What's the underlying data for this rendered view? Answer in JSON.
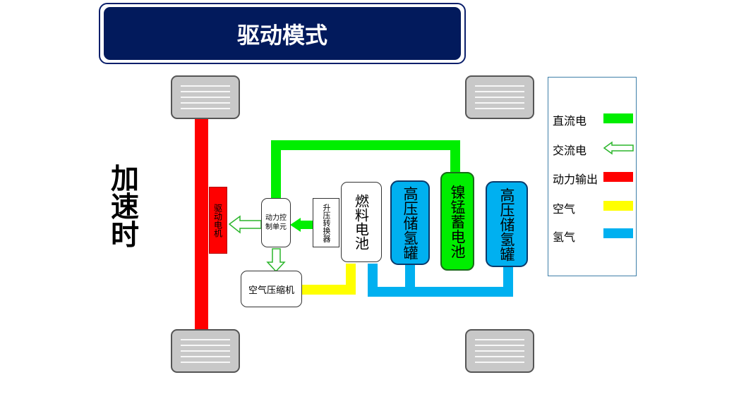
{
  "title": "驱动模式",
  "mode_label": "加速时",
  "components": {
    "drive_motor": "驱动电机",
    "power_control_unit": "动力控制单元",
    "boost_converter": "升压转换器",
    "fuel_cell": "燃料电池",
    "hydrogen_tank_left": "高压储氢罐",
    "nimh_battery": "镍锰蓄电池",
    "hydrogen_tank_right": "高压储氢罐",
    "air_compressor": "空气压缩机"
  },
  "legend": [
    {
      "label": "直流电",
      "style": "solid",
      "color": "#00ee00"
    },
    {
      "label": "交流电",
      "style": "hollow-arrow",
      "color": "#2bb52b"
    },
    {
      "label": "动力输出",
      "style": "solid",
      "color": "#ff0000"
    },
    {
      "label": "空气",
      "style": "solid",
      "color": "#ffff00"
    },
    {
      "label": "氢气",
      "style": "solid",
      "color": "#00b0f0"
    }
  ],
  "colors": {
    "title_bg": "#021a5c",
    "dc_power": "#00ee00",
    "ac_power": "#2bb52b",
    "power_output": "#ff0000",
    "air": "#ffff00",
    "hydrogen": "#00b0f0"
  }
}
